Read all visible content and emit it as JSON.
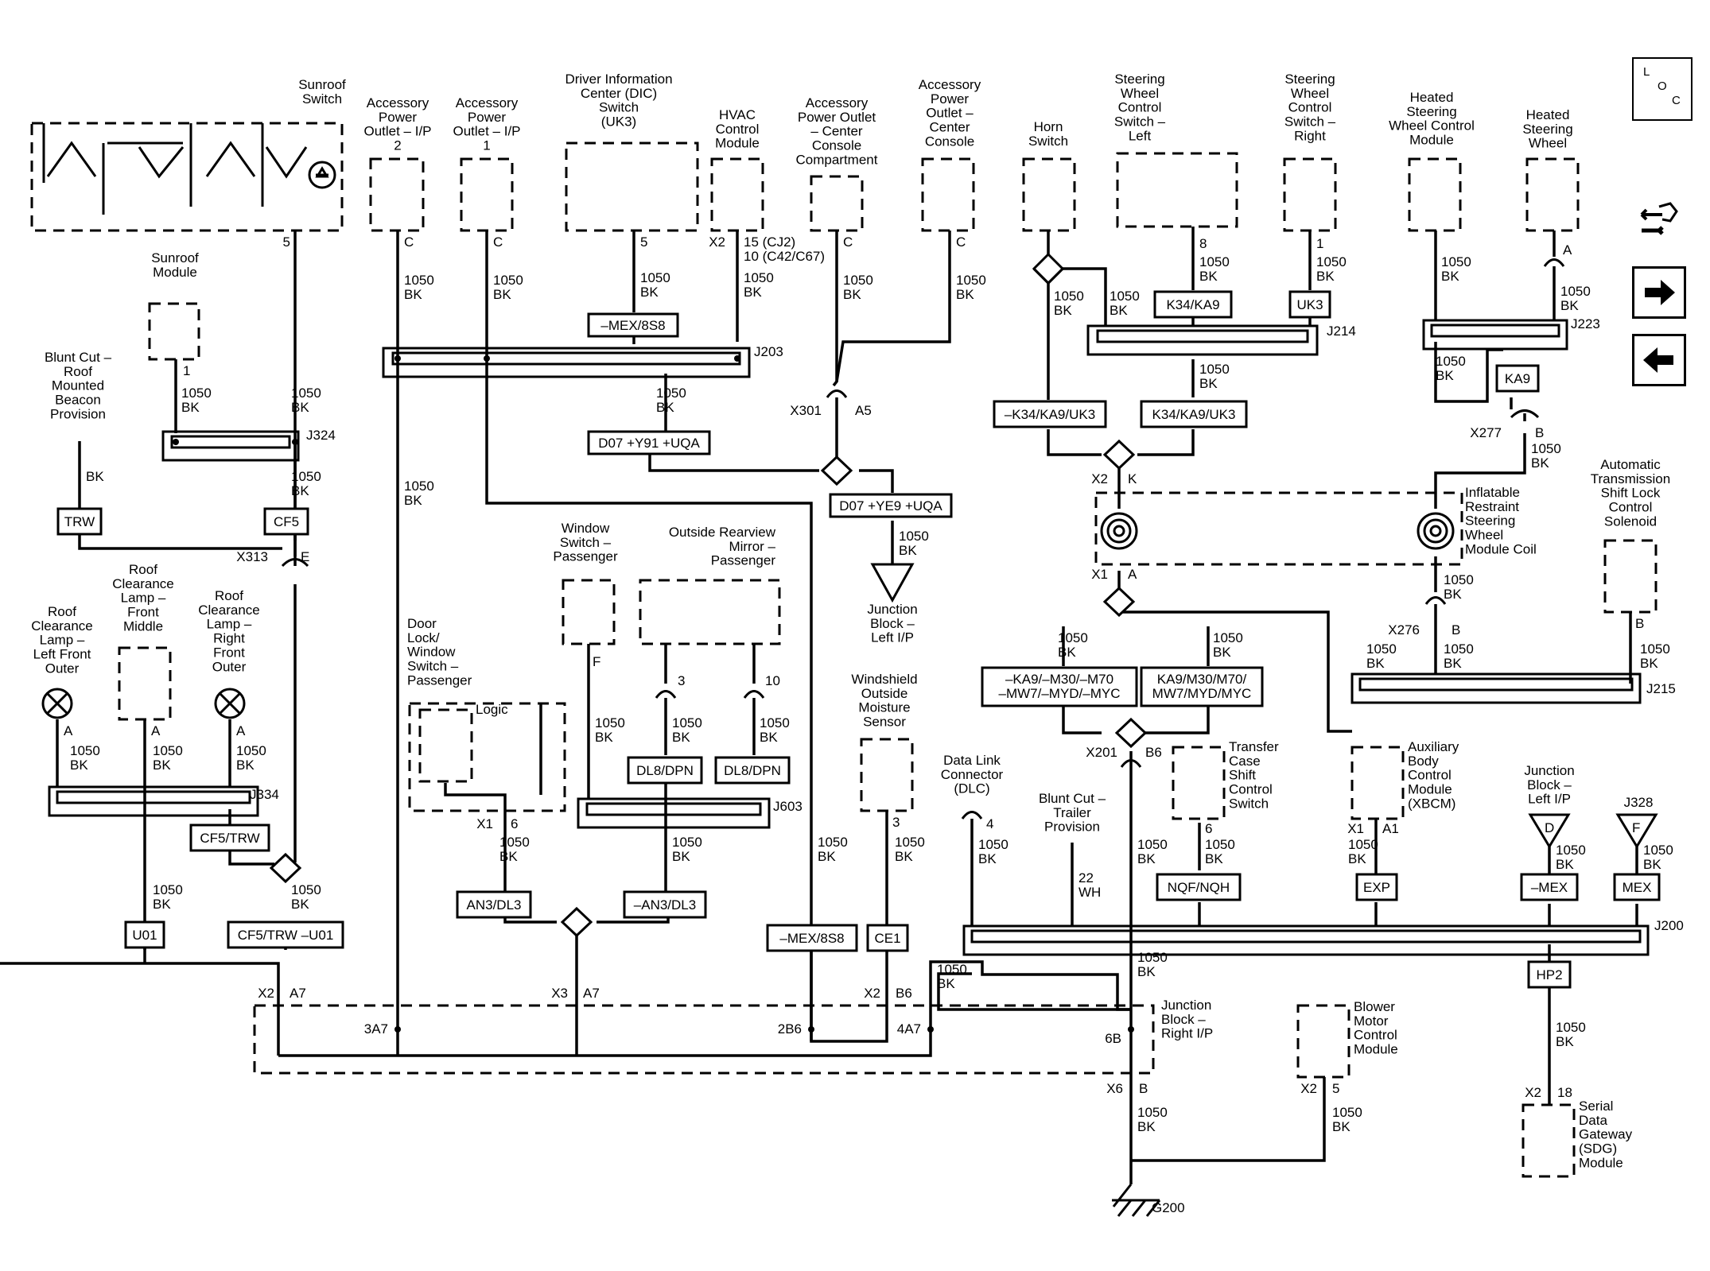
{
  "labels": {
    "sunroof_switch": "Sunroof\nSwitch",
    "sunroof_module": "Sunroof\nModule",
    "blunt_cut_roof": "Blunt Cut –\nRoof\nMounted\nBeacon\nProvision",
    "acc_power_2": "Accessory\nPower\nOutlet – I/P\n2",
    "acc_power_1": "Accessory\nPower\nOutlet – I/P\n1",
    "dic_switch": "Driver Information\nCenter (DIC)\nSwitch\n(UK3)",
    "hvac": "HVAC\nControl\nModule",
    "acc_center_comp": "Accessory\nPower Outlet\n– Center\nConsole\nCompartment",
    "acc_center_console": "Accessory\nPower\nOutlet –\nCenter\nConsole",
    "horn_switch": "Horn\nSwitch",
    "sw_left": "Steering\nWheel\nControl\nSwitch –\nLeft",
    "sw_right": "Steering\nWheel\nControl\nSwitch –\nRight",
    "heated_module": "Heated\nSteering\nWheel Control\nModule",
    "heated_wheel": "Heated\nSteering\nWheel",
    "roof_lf": "Roof\nClearance\nLamp –\nLeft Front\nOuter",
    "roof_fm": "Roof\nClearance\nLamp –\nFront\nMiddle",
    "roof_rf": "Roof\nClearance\nLamp –\nRight\nFront\nOuter",
    "door_lock": "Door\nLock/\nWindow\nSwitch –\nPassenger",
    "logic": "Logic",
    "window_sw": "Window\nSwitch –\nPassenger",
    "mirror": "Outside Rearview\nMirror –\nPassenger",
    "jb_left": "Junction\nBlock –\nLeft I/P",
    "windshield": "Windshield\nOutside\nMoisture\nSensor",
    "inflatable": "Inflatable\nRestraint\nSteering\nWheel\nModule Coil",
    "ats_lock": "Automatic\nTransmission\nShift Lock\nControl\nSolenoid",
    "dlc": "Data Link\nConnector\n(DLC)",
    "blunt_trailer": "Blunt Cut –\nTrailer\nProvision",
    "transfer_case": "Transfer\nCase\nShift\nControl\nSwitch",
    "xbcm": "Auxiliary\nBody\nControl\nModule\n(XBCM)",
    "jb_left2": "Junction\nBlock –\nLeft I/P",
    "jb_right": "Junction\nBlock –\nRight I/P",
    "blower": "Blower\nMotor\nControl\nModule",
    "sdg": "Serial\nData\nGateway\n(SDG)\nModule",
    "g200": "G200",
    "loc": [
      "L",
      "O",
      "C"
    ]
  },
  "boxes": {
    "mex8s8_top": "–MEX/8S8",
    "d07_y91": "D07 +Y91 +UQA",
    "d07_ye9": "D07 +YE9 +UQA",
    "k34ka9": "K34/KA9",
    "uk3": "UK3",
    "ka9": "KA9",
    "neg_k34": "–K34/KA9/UK3",
    "pos_k34": "K34/KA9/UK3",
    "trw": "TRW",
    "cf5": "CF5",
    "cf5trw": "CF5/TRW",
    "cf5trw_u01": "CF5/TRW –U01",
    "u01": "U01",
    "neg_ka9": "–KA9/–M30/–M70\n–MW7/–MYD/–MYC",
    "pos_ka9": "KA9/M30/M70/\nMW7/MYD/MYC",
    "dl8_1": "DL8/DPN",
    "dl8_2": "DL8/DPN",
    "an3": "AN3/DL3",
    "neg_an3": "–AN3/DL3",
    "mex8s8_bot": "–MEX/8S8",
    "ce1": "CE1",
    "nqf": "NQF/NQH",
    "exp": "EXP",
    "neg_mex": "–MEX",
    "mex": "MEX",
    "hp2": "HP2"
  },
  "splices": {
    "j203": "J203",
    "j324": "J324",
    "j214": "J214",
    "j223": "J223",
    "j334": "J334",
    "j603": "J603",
    "j215": "J215",
    "j200": "J200",
    "j328": "J328"
  },
  "connectors": {
    "x313": "X313",
    "e": "E",
    "x301": "X301",
    "a5": "A5",
    "x277": "X277",
    "b": "B",
    "x276": "X276",
    "b2": "B",
    "x201": "X201",
    "b6": "B6",
    "x2k": "X2",
    "k": "K",
    "x1a": "X1",
    "a": "A",
    "x2a7": "X2",
    "a7": "A7",
    "x3": "X3",
    "a7b": "A7",
    "x2b6": "X2",
    "b6b": "B6",
    "x6": "X6",
    "b3": "B",
    "x2_5": "X2",
    "p5": "5",
    "x2_18": "X2",
    "p18": "18",
    "x1_6": "X1",
    "p6": "6",
    "x1_a1": "X1",
    "a1": "A1",
    "x2_hvac": "X2",
    "hvac_pins": "15 (CJ2)\n10 (C42/C67)",
    "p3a7": "3A7",
    "p2b6": "2B6",
    "p4a7": "4A7",
    "p6b": "6B"
  },
  "wires": {
    "bk1050": "1050\nBK",
    "bk": "BK",
    "wh22": "22\nWH"
  },
  "pins": {
    "p5a": "5",
    "p5b": "5",
    "p1": "1",
    "pC": "C",
    "p8": "8",
    "pA": "A",
    "p3": "3",
    "p10": "10",
    "pF": "F",
    "p4": "4",
    "p6": "6",
    "pB": "B",
    "pD": "D"
  },
  "nav": {
    "wrench_icon": "wrench-car-icon",
    "next_icon": "arrow-right-icon",
    "prev_icon": "arrow-left-icon"
  }
}
